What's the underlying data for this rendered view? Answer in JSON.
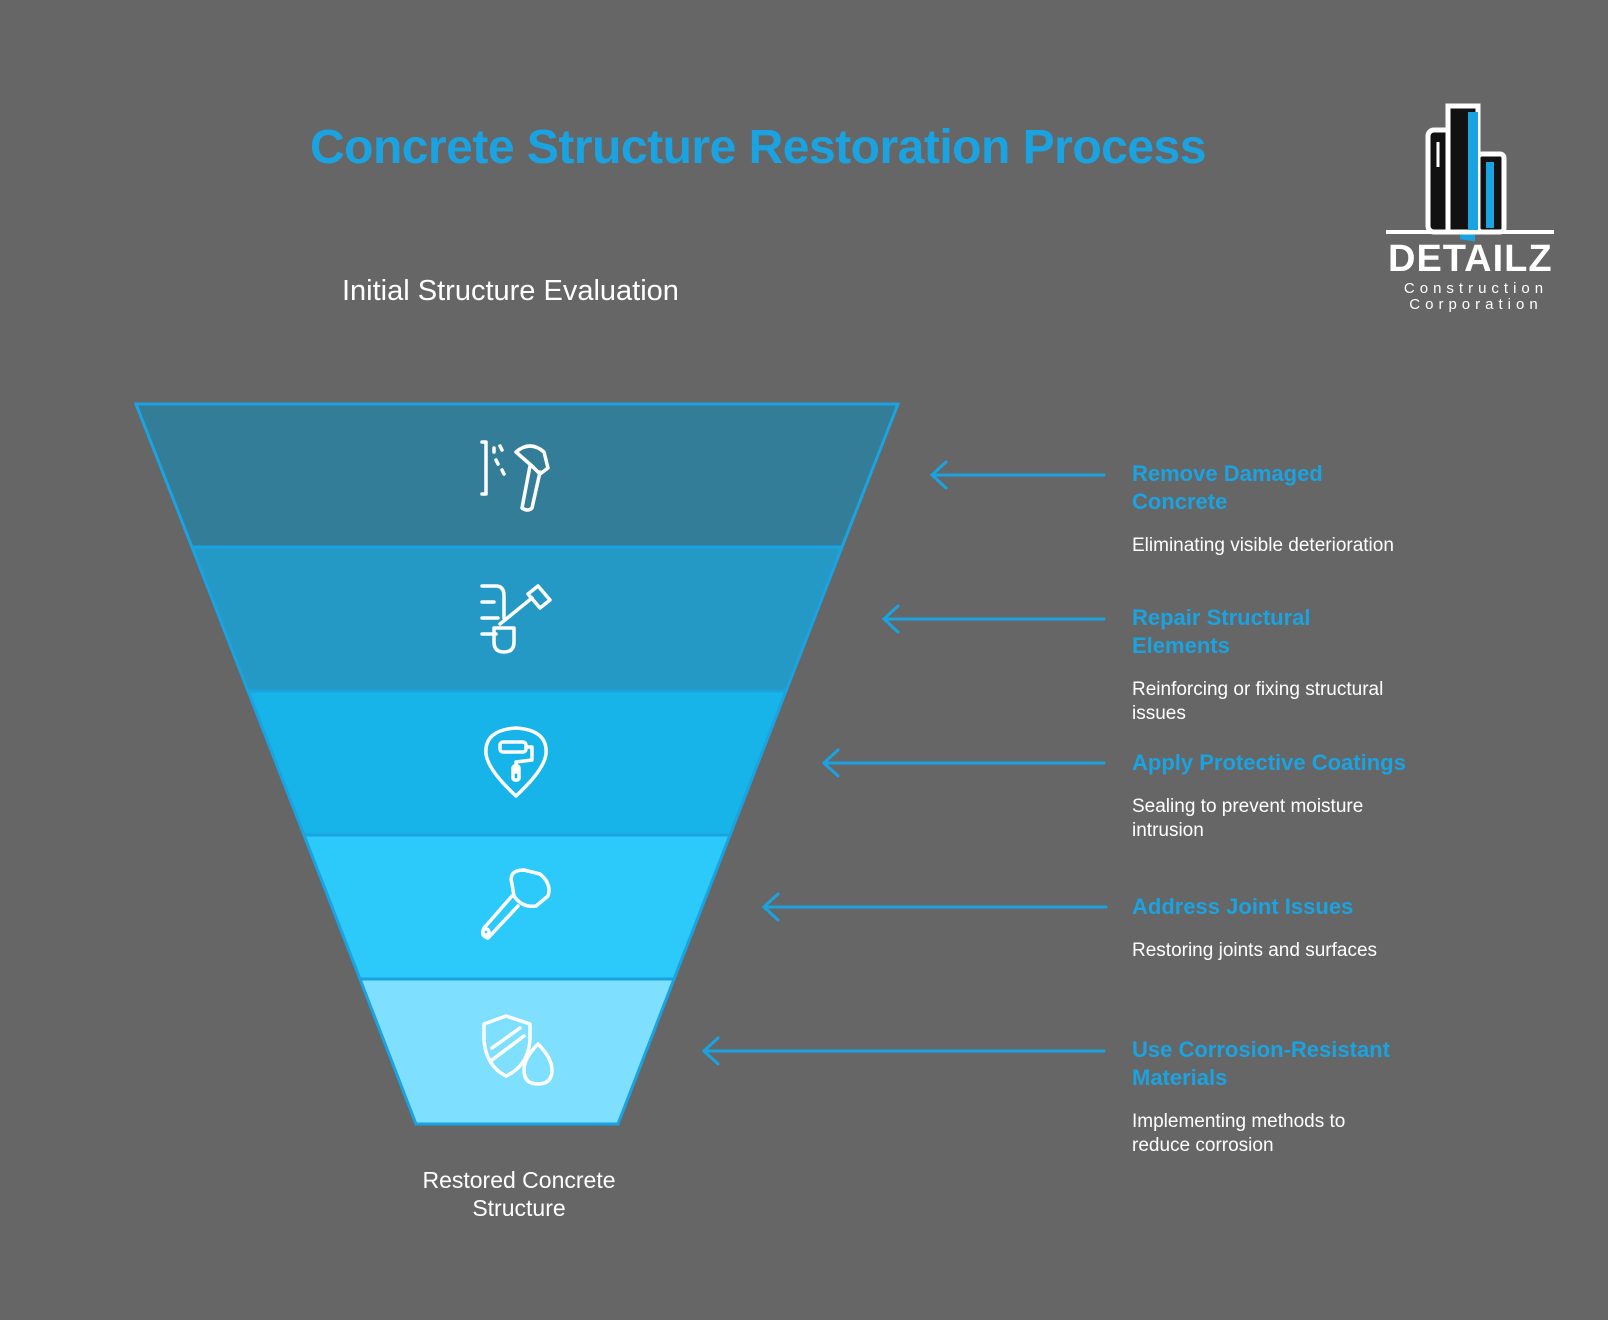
{
  "title": "Concrete Structure Restoration Process",
  "top_label": "Initial Structure Evaluation",
  "bottom_label": "Restored Concrete Structure",
  "logo": {
    "word": "DETAILZ",
    "line1": "Construction",
    "line2": "Corporation"
  },
  "colors": {
    "background": "#666666",
    "accent": "#1aa3e0",
    "layers": [
      "#347d99",
      "#2599c5",
      "#16b4e8",
      "#2ccafa",
      "#7fdfff"
    ]
  },
  "steps": [
    {
      "title": "Remove Damaged Concrete",
      "desc": "Eliminating visible deterioration",
      "icon": "hammer-icon"
    },
    {
      "title": "Repair Structural Elements",
      "desc": "Reinforcing or fixing structural issues",
      "icon": "pipe-wrench-icon"
    },
    {
      "title": "Apply Protective Coatings",
      "desc": "Sealing to prevent moisture intrusion",
      "icon": "paint-roller-icon"
    },
    {
      "title": "Address Joint Issues",
      "desc": "Restoring joints and surfaces",
      "icon": "sealant-gun-icon"
    },
    {
      "title": "Use Corrosion-Resistant Materials",
      "desc": "Implementing methods to reduce corrosion",
      "icon": "shield-drop-icon"
    }
  ]
}
